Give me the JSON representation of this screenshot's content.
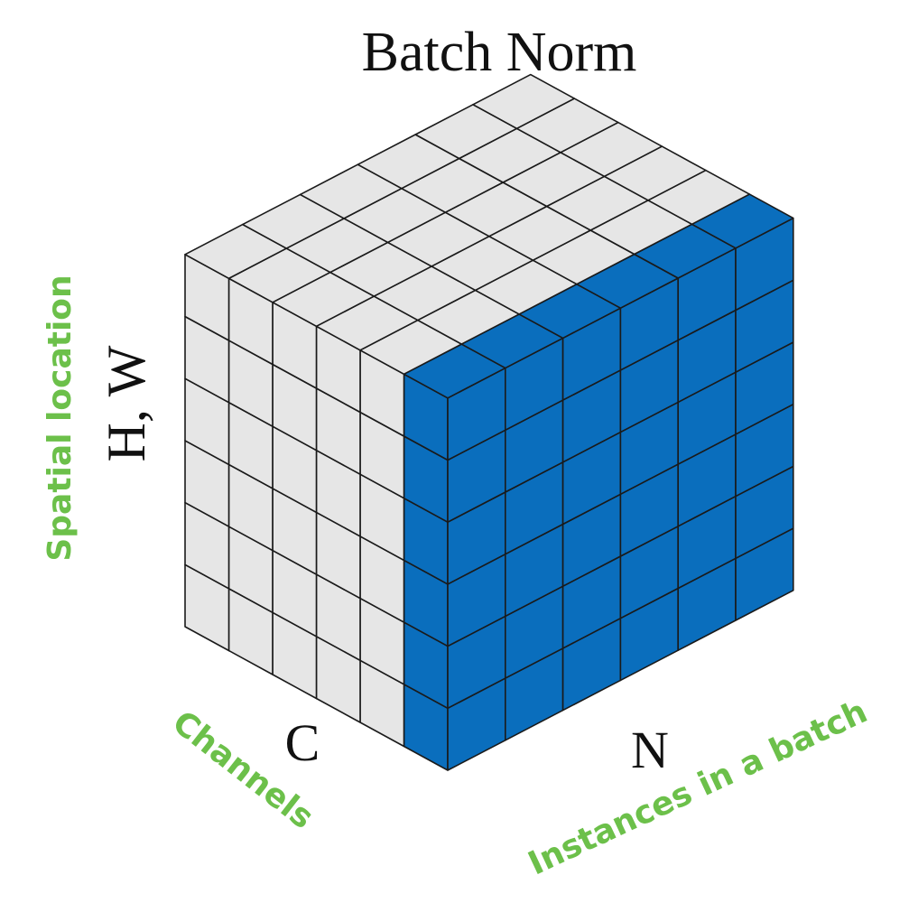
{
  "title": "Batch Norm",
  "axes": {
    "hw_label": "H, W",
    "c_label": "C",
    "n_label": "N"
  },
  "annotations": {
    "spatial": "Spatial location",
    "channels": "Channels",
    "instances": "Instances in a batch"
  },
  "colors": {
    "highlight": "#0a6ebd",
    "cell": "#e6e6e6",
    "grid_line": "#1a1a1a",
    "annotation": "#6cc04a"
  },
  "cube": {
    "n_instances": 6,
    "c_channels": 6,
    "hw_positions": 6,
    "highlighted_channels": 1,
    "highlighted_slice": "first channel across all instances and spatial locations"
  }
}
